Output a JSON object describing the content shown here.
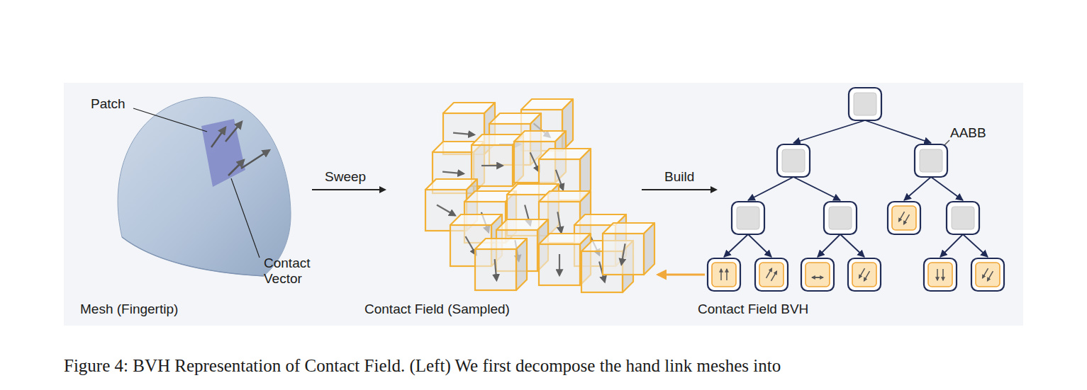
{
  "diagram": {
    "caption": "Figure 4: BVH Representation of Contact Field. (Left) We first decompose the hand link meshes into",
    "labels": [
      "Patch",
      "Contact Vector",
      "Mesh (Fingertip)",
      "Sweep",
      "Contact Field (Sampled)",
      "Build",
      "Contact Field BVH",
      "AABB"
    ]
  }
}
